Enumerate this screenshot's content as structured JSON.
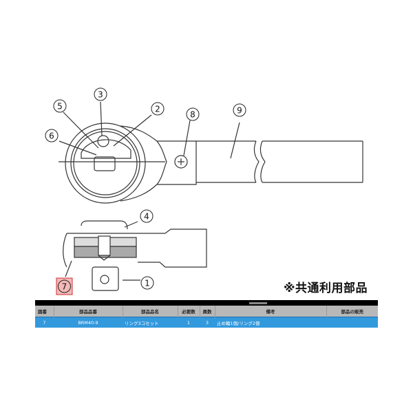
{
  "diagram": {
    "callouts": [
      {
        "id": "1",
        "label": "①"
      },
      {
        "id": "2",
        "label": "②"
      },
      {
        "id": "3",
        "label": "③"
      },
      {
        "id": "4",
        "label": "④"
      },
      {
        "id": "5",
        "label": "⑤"
      },
      {
        "id": "6",
        "label": "⑥"
      },
      {
        "id": "7",
        "label": "⑦"
      },
      {
        "id": "8",
        "label": "⑧"
      },
      {
        "id": "9",
        "label": "⑨"
      }
    ],
    "highlight_color": "#f3b8b8",
    "highlight_border": "#cc3333"
  },
  "note": "※共通利用部品",
  "parts_table": {
    "headers": [
      "図番",
      "部品品番",
      "部品品名",
      "必要数",
      "員数",
      "備考",
      "部品の販売"
    ],
    "rows": [
      [
        "7",
        "BRM40-9",
        "リング3コセット",
        "1",
        "3",
        "止め輪1個/リング2個",
        ""
      ]
    ],
    "header_bg": "#b8b8b8",
    "selected_row_bg": "#3399dd"
  }
}
